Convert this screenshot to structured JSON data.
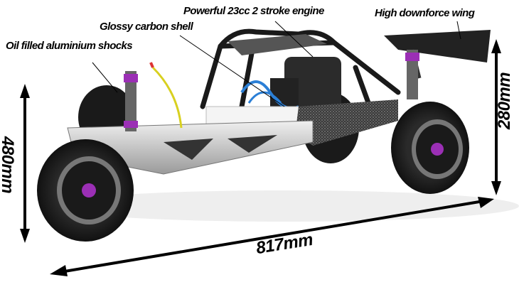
{
  "annotations": {
    "engine": "Powerful 23cc 2 stroke engine",
    "wing": "High downforce wing",
    "shell": "Glossy carbon shell",
    "shocks": "Oil filled aluminium shocks"
  },
  "dimensions": {
    "width": "480mm",
    "height": "280mm",
    "length": "817mm"
  },
  "colors": {
    "accent": "#9b2fb5",
    "chassis": "#c9c9c9",
    "tire": "#1c1c1c"
  }
}
